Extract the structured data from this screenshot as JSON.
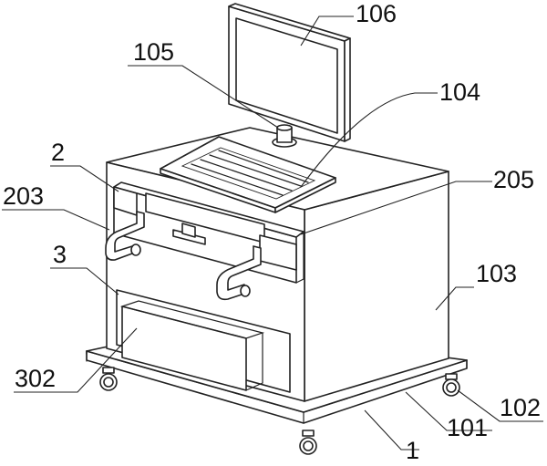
{
  "labels": [
    {
      "id": "106",
      "text": "106"
    },
    {
      "id": "105",
      "text": "105"
    },
    {
      "id": "104",
      "text": "104"
    },
    {
      "id": "2",
      "text": "2"
    },
    {
      "id": "203",
      "text": "203"
    },
    {
      "id": "205",
      "text": "205"
    },
    {
      "id": "3",
      "text": "3"
    },
    {
      "id": "103",
      "text": "103"
    },
    {
      "id": "302",
      "text": "302"
    },
    {
      "id": "102",
      "text": "102"
    },
    {
      "id": "101",
      "text": "101"
    },
    {
      "id": "1",
      "text": "1"
    }
  ]
}
